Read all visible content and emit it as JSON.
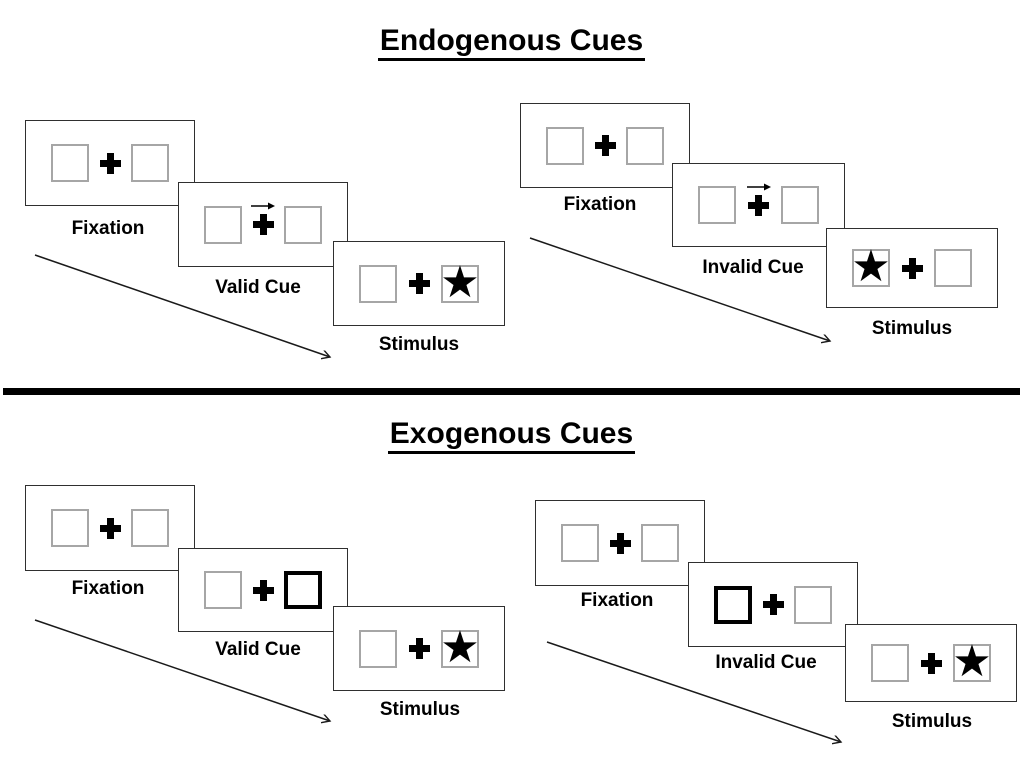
{
  "icons": {
    "star": "★",
    "plus": "+",
    "cue_arrow": "→"
  },
  "colors": {
    "background": "#ffffff",
    "ink": "#000000",
    "panel_border": "#2f2f2f",
    "placeholder_square_border": "#a6a6a6",
    "exogenous_cue_square_border": "#000000"
  },
  "sections": [
    {
      "title": "Endogenous Cues",
      "sequences": [
        {
          "name": "valid",
          "panels": [
            {
              "label": "Fixation"
            },
            {
              "label": "Valid Cue"
            },
            {
              "label": "Stimulus"
            }
          ]
        },
        {
          "name": "invalid",
          "panels": [
            {
              "label": "Fixation"
            },
            {
              "label": "Invalid Cue"
            },
            {
              "label": "Stimulus"
            }
          ]
        }
      ]
    },
    {
      "title": "Exogenous Cues",
      "sequences": [
        {
          "name": "valid",
          "panels": [
            {
              "label": "Fixation"
            },
            {
              "label": "Valid Cue"
            },
            {
              "label": "Stimulus"
            }
          ]
        },
        {
          "name": "invalid",
          "panels": [
            {
              "label": "Fixation"
            },
            {
              "label": "Invalid Cue"
            },
            {
              "label": "Stimulus"
            }
          ]
        }
      ]
    }
  ]
}
